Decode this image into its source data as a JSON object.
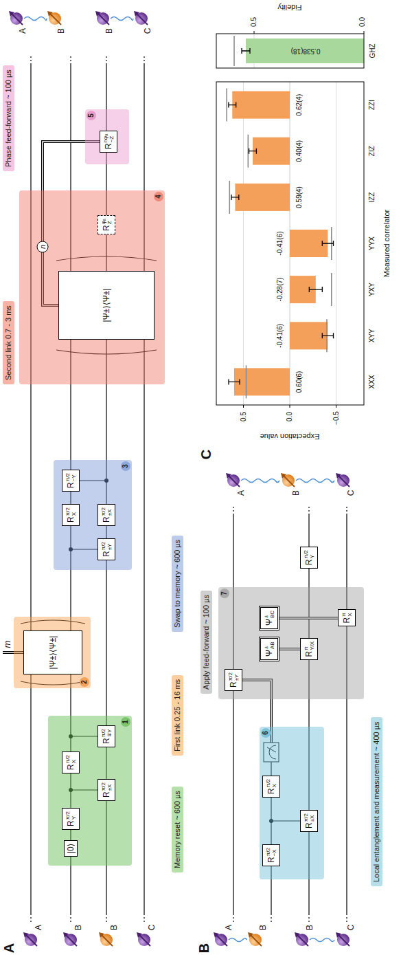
{
  "diagram": {
    "nodes": [
      {
        "text": [
          "1"
        ]
      },
      {
        "text": [
          "|0⟩"
        ],
        "in": 0
      },
      {
        "text": [
          "R",
          "π/2",
          "Y"
        ],
        "in": 0
      },
      {
        "text": [
          "R",
          "π/2",
          "±X"
        ],
        "in": 0
      },
      {
        "text": [
          "R",
          "π/2",
          "X"
        ],
        "in": 0
      },
      {
        "text": [
          "R",
          "π/2",
          "∓Y"
        ],
        "in": 0
      },
      {
        "text": [
          "Memory reset ~ 600 µs"
        ]
      },
      {
        "text": [
          "2"
        ]
      },
      {
        "text": [
          "|Ψ±⟩⟨Ψ±|"
        ],
        "in": 7
      },
      {
        "text": [
          "First link 0.25 - 16 ms"
        ]
      },
      {
        "text": [
          "3"
        ]
      },
      {
        "text": [
          "R",
          "π/2",
          "±Y"
        ],
        "in": 10
      },
      {
        "text": [
          "R",
          "π/2",
          "X"
        ],
        "in": 10
      },
      {
        "text": [
          "R",
          "π/2",
          "±X"
        ],
        "in": 10
      },
      {
        "text": [
          "R",
          "π/2",
          "−Y"
        ],
        "in": 10
      },
      {
        "text": [
          "Swap to memory ~ 600 µs"
        ]
      },
      {
        "text": [
          "Second link 0.7 - 3 ms"
        ]
      },
      {
        "text": [
          "4"
        ]
      },
      {
        "text": [
          "|Ψ±⟩⟨Ψ±|"
        ],
        "in": 17
      },
      {
        "text": [
          "R",
          "φₐ",
          "Z"
        ],
        "in": 17
      },
      {
        "text": [
          "5"
        ]
      },
      {
        "text": [
          "R",
          "nφₐ",
          "−Z"
        ],
        "in": 20
      },
      {
        "text": [
          "Phase feed-forward ~ 100 µs"
        ]
      },
      {
        "text": [
          "6"
        ]
      },
      {
        "text": [
          "R",
          "π/2",
          "−X"
        ],
        "in": 23
      },
      {
        "text": [
          "R",
          "π/2",
          "±X"
        ],
        "in": 23
      },
      {
        "text": [
          "R",
          "π/2",
          "X"
        ],
        "in": 23
      },
      {
        "text": [
          "Local entanglement and measurement ~ 400 µs"
        ]
      },
      {
        "text": [
          "7"
        ]
      },
      {
        "text": [
          "R",
          "π/2",
          "±Y"
        ],
        "in": 28
      },
      {
        "text": [
          "Ψ",
          "±",
          "AB"
        ],
        "in": 28
      },
      {
        "text": [
          "Ψ",
          "±",
          "BC"
        ],
        "in": 28
      },
      {
        "text": [
          "R",
          "π",
          "Y/X"
        ],
        "in": 28
      },
      {
        "text": [
          "R",
          "π",
          "X"
        ],
        "in": 28
      },
      {
        "text": [
          "R",
          "π/2",
          "Y"
        ]
      },
      {
        "text": [
          "Apply feed-forward ~ 100 µs"
        ]
      }
    ],
    "edges": [
      {
        "from": 18,
        "to": 21,
        "arrow": "none"
      },
      {
        "from": 30,
        "to": 32,
        "arrow": "none"
      },
      {
        "from": 31,
        "to": 33,
        "arrow": "none"
      }
    ],
    "labels": [
      "A",
      "B",
      "C",
      "A",
      "B",
      "B",
      "C",
      "A",
      "B",
      "B",
      "C",
      "A",
      "B",
      "B",
      "C",
      "A",
      "B",
      "C",
      "m",
      "n",
      "0.5",
      "0.0",
      "−0.5",
      "Expectation value",
      "0.60(6)",
      "-0.41(6)",
      "-0.28(7)",
      "-0.41(6)",
      "0.59(4)",
      "0.40(4)",
      "0.62(4)",
      "XXX",
      "XYY",
      "YXY",
      "YYX",
      "IZZ",
      "ZIZ",
      "ZZI",
      "Measured correlator",
      "0.538(18)",
      "GHZ",
      "0.5",
      "0.0",
      "Fidelity"
    ]
  }
}
